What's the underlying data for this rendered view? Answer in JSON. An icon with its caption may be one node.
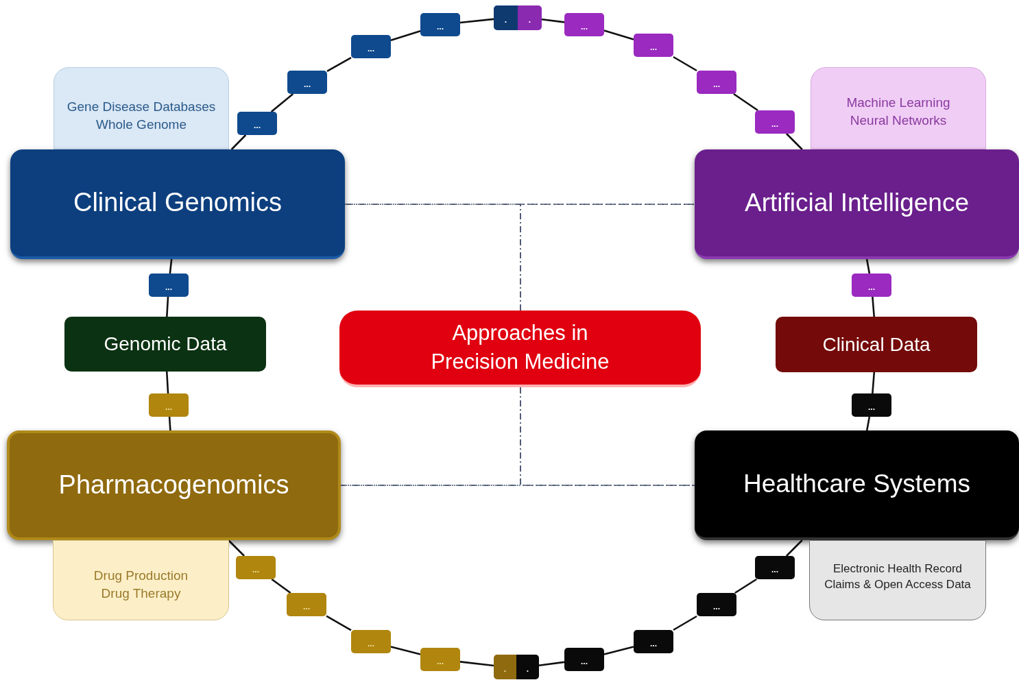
{
  "diagram": {
    "nodes": [
      {
        "text": [
          "Gene Disease Databases",
          "Whole Genome"
        ]
      },
      {
        "text": [
          "Machine Learning",
          "Neural Networks"
        ]
      },
      {
        "text": [
          "Clinical Genomics"
        ]
      },
      {
        "text": [
          "Artificial Intelligence"
        ]
      },
      {
        "text": [
          "..."
        ]
      },
      {
        "text": [
          "..."
        ]
      },
      {
        "text": [
          "..."
        ]
      },
      {
        "text": [
          "..."
        ]
      },
      {
        "text": [
          "."
        ]
      },
      {
        "text": [
          "."
        ]
      },
      {
        "text": [
          "..."
        ]
      },
      {
        "text": [
          "..."
        ]
      },
      {
        "text": [
          "..."
        ]
      },
      {
        "text": [
          "..."
        ]
      },
      {
        "text": [
          "..."
        ]
      },
      {
        "text": [
          "..."
        ]
      },
      {
        "text": [
          "Genomic Data"
        ]
      },
      {
        "text": [
          "Approaches in Precision Medicine"
        ]
      },
      {
        "text": [
          "Clinical Data"
        ]
      },
      {
        "text": [
          "..."
        ]
      },
      {
        "text": [
          "..."
        ]
      },
      {
        "text": [
          "Pharmacogenomics"
        ]
      },
      {
        "text": [
          "Healthcare Systems"
        ]
      },
      {
        "text": [
          "Drug Production",
          "Drug Therapy"
        ]
      },
      {
        "text": [
          "Electronic Health Record",
          "Claims & Open Access Data"
        ]
      },
      {
        "text": [
          "..."
        ]
      },
      {
        "text": [
          "..."
        ]
      },
      {
        "text": [
          "..."
        ]
      },
      {
        "text": [
          "..."
        ]
      },
      {
        "text": [
          "."
        ]
      },
      {
        "text": [
          "."
        ]
      },
      {
        "text": [
          "..."
        ]
      },
      {
        "text": [
          "..."
        ]
      },
      {
        "text": [
          "..."
        ]
      },
      {
        "text": [
          "..."
        ]
      }
    ],
    "edges": [
      {
        "from": 2,
        "to": 4,
        "arrow": "none"
      },
      {
        "from": 4,
        "to": 5,
        "arrow": "none"
      },
      {
        "from": 5,
        "to": 6,
        "arrow": "none"
      },
      {
        "from": 6,
        "to": 7,
        "arrow": "none"
      },
      {
        "from": 7,
        "to": 8,
        "arrow": "none"
      },
      {
        "from": 9,
        "to": 10,
        "arrow": "none"
      },
      {
        "from": 10,
        "to": 11,
        "arrow": "none"
      },
      {
        "from": 11,
        "to": 12,
        "arrow": "none"
      },
      {
        "from": 12,
        "to": 13,
        "arrow": "none"
      },
      {
        "from": 13,
        "to": 3,
        "arrow": "none"
      },
      {
        "from": 2,
        "to": 14,
        "arrow": "none"
      },
      {
        "from": 14,
        "to": 16,
        "arrow": "none"
      },
      {
        "from": 16,
        "to": 19,
        "arrow": "none"
      },
      {
        "from": 19,
        "to": 21,
        "arrow": "none"
      },
      {
        "from": 3,
        "to": 15,
        "arrow": "none"
      },
      {
        "from": 15,
        "to": 18,
        "arrow": "none"
      },
      {
        "from": 18,
        "to": 20,
        "arrow": "none"
      },
      {
        "from": 20,
        "to": 22,
        "arrow": "none"
      },
      {
        "from": 21,
        "to": 25,
        "arrow": "none"
      },
      {
        "from": 25,
        "to": 26,
        "arrow": "none"
      },
      {
        "from": 26,
        "to": 27,
        "arrow": "none"
      },
      {
        "from": 27,
        "to": 28,
        "arrow": "none"
      },
      {
        "from": 28,
        "to": 29,
        "arrow": "none"
      },
      {
        "from": 30,
        "to": 31,
        "arrow": "none"
      },
      {
        "from": 31,
        "to": 32,
        "arrow": "none"
      },
      {
        "from": 32,
        "to": 33,
        "arrow": "none"
      },
      {
        "from": 33,
        "to": 34,
        "arrow": "none"
      },
      {
        "from": 34,
        "to": 22,
        "arrow": "none"
      },
      {
        "from": 2,
        "to": 3,
        "arrow": "none",
        "style": "dashed",
        "color": "#4a5570"
      },
      {
        "from": 17,
        "to": 2,
        "arrow": "none",
        "style": "dashed",
        "color": "#4a5570"
      },
      {
        "from": 17,
        "to": 3,
        "arrow": "none",
        "style": "dashed",
        "color": "#4a5570"
      },
      {
        "from": 21,
        "to": 22,
        "arrow": "none",
        "style": "dashed",
        "color": "#4a5570"
      },
      {
        "from": 17,
        "to": 21,
        "arrow": "none",
        "style": "dashed",
        "color": "#4a5570"
      },
      {
        "from": 17,
        "to": 22,
        "arrow": "none",
        "style": "dashed",
        "color": "#4a5570"
      }
    ]
  }
}
